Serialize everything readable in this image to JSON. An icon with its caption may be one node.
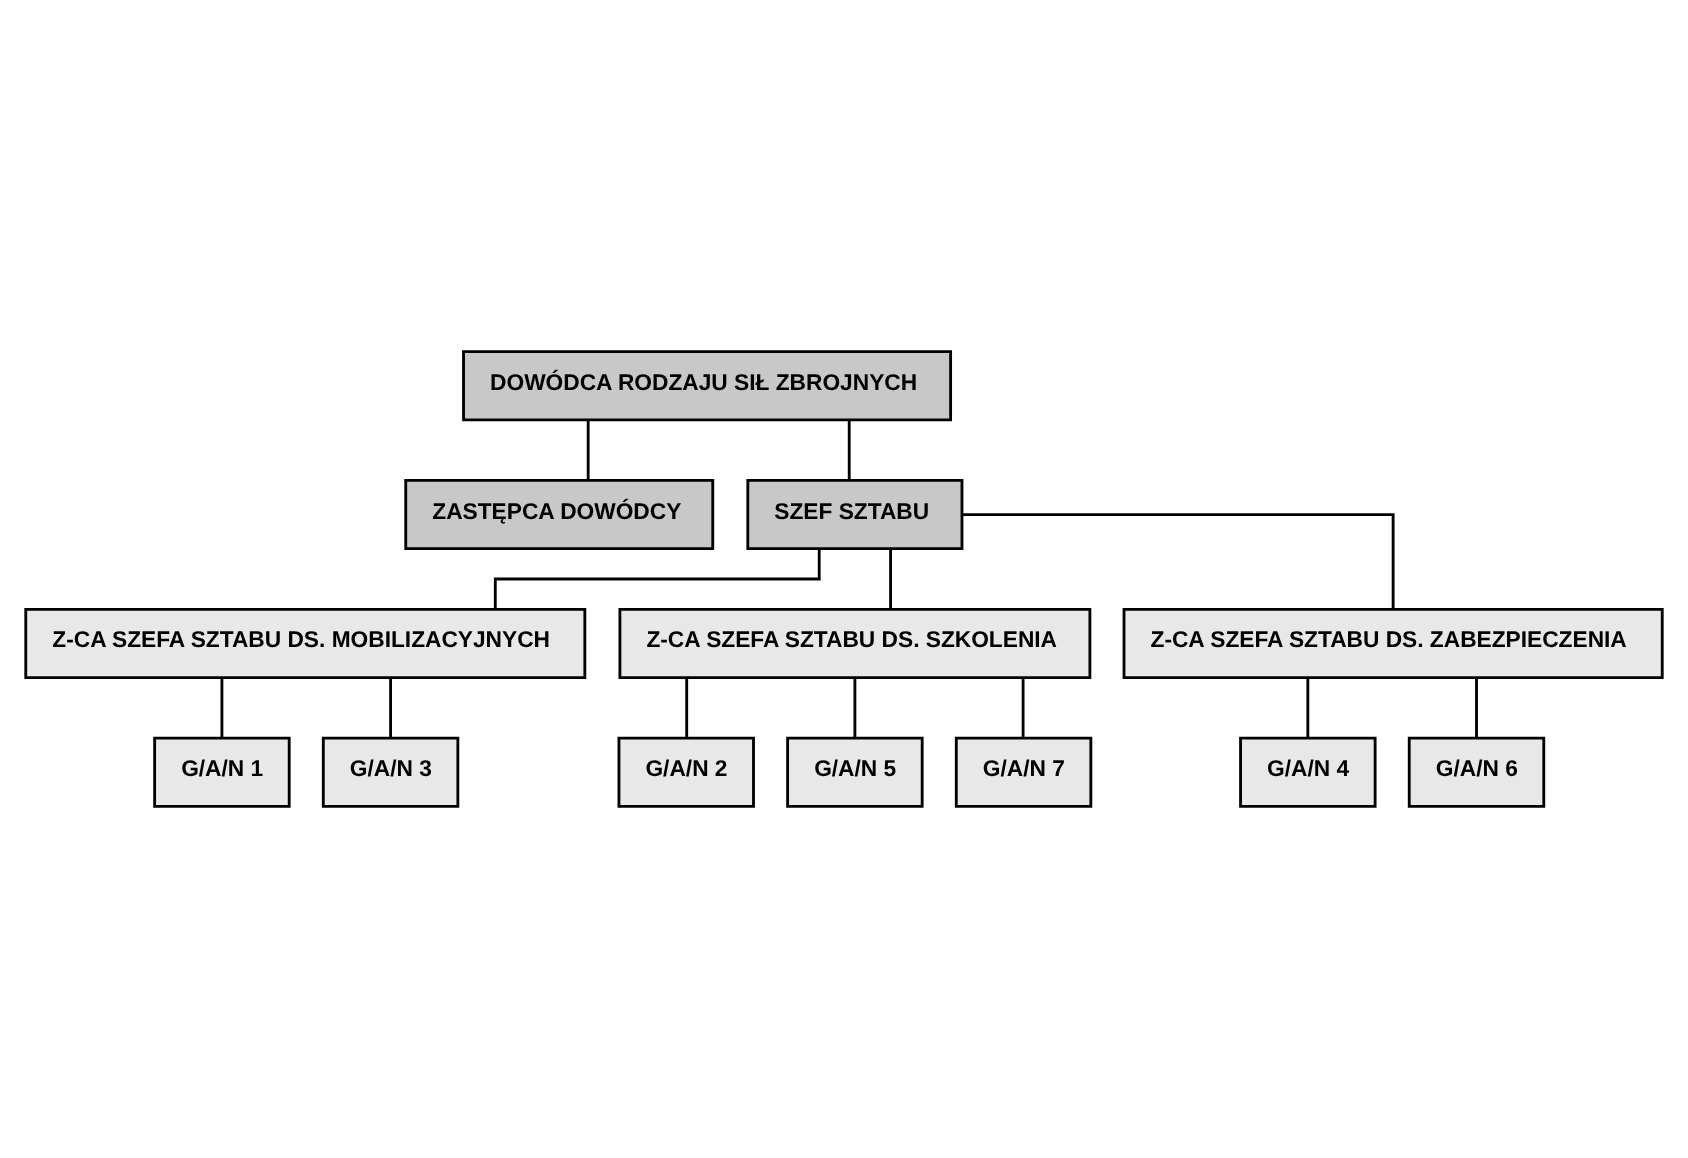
{
  "diagram": {
    "nodes": [
      {
        "text": [
          "DOWÓDCA RODZAJU SIŁ ZBROJNYCH"
        ]
      },
      {
        "text": [
          "ZASTĘPCA DOWÓDCY"
        ]
      },
      {
        "text": [
          "SZEF SZTABU"
        ]
      },
      {
        "text": [
          "Z-CA SZEFA SZTABU DS. MOBILIZACYJNYCH"
        ]
      },
      {
        "text": [
          "Z-CA SZEFA SZTABU DS. SZKOLENIA"
        ]
      },
      {
        "text": [
          "Z-CA SZEFA SZTABU DS. ZABEZPIECZENIA"
        ]
      },
      {
        "text": [
          "G/A/N 1"
        ]
      },
      {
        "text": [
          "G/A/N 3"
        ]
      },
      {
        "text": [
          "G/A/N 2"
        ]
      },
      {
        "text": [
          "G/A/N 5"
        ]
      },
      {
        "text": [
          "G/A/N 7"
        ]
      },
      {
        "text": [
          "G/A/N 4"
        ]
      },
      {
        "text": [
          "G/A/N 6"
        ]
      }
    ],
    "edges": [
      {
        "from": 0,
        "to": 1,
        "arrow": "none"
      },
      {
        "from": 0,
        "to": 2,
        "arrow": "none"
      },
      {
        "from": 2,
        "to": 3,
        "arrow": "none"
      },
      {
        "from": 2,
        "to": 4,
        "arrow": "none"
      },
      {
        "from": 2,
        "to": 5,
        "arrow": "none"
      },
      {
        "from": 3,
        "to": 6,
        "arrow": "none"
      },
      {
        "from": 3,
        "to": 7,
        "arrow": "none"
      },
      {
        "from": 4,
        "to": 8,
        "arrow": "none"
      },
      {
        "from": 4,
        "to": 9,
        "arrow": "none"
      },
      {
        "from": 4,
        "to": 10,
        "arrow": "none"
      },
      {
        "from": 5,
        "to": 11,
        "arrow": "none"
      },
      {
        "from": 5,
        "to": 12,
        "arrow": "none"
      }
    ]
  }
}
